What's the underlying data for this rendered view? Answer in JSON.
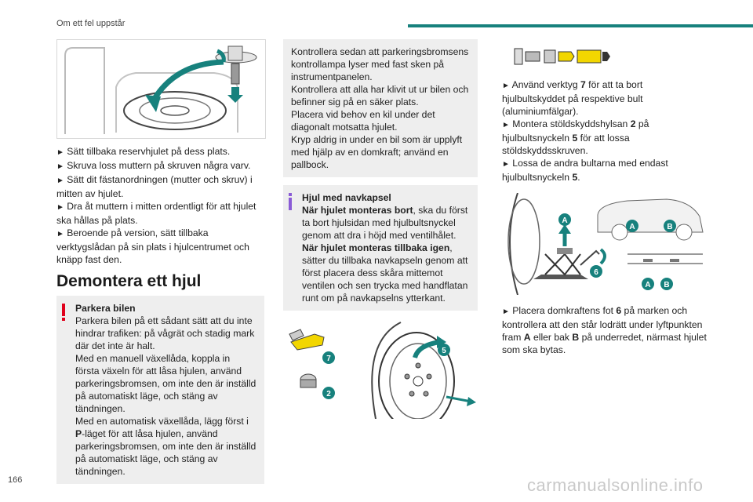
{
  "header": {
    "section": "Om ett fel uppstår"
  },
  "page_number": "166",
  "watermark": "carmanualsonline.info",
  "col1": {
    "steps": [
      "Sätt tillbaka reservhjulet på dess plats.",
      "Skruva loss muttern på skruven några varv.",
      "Sätt dit fästanordningen (mutter och skruv) i mitten av hjulet.",
      "Dra åt muttern i mitten ordentligt för att hjulet ska hållas på plats.",
      "Beroende på version, sätt tillbaka verktygslådan på sin plats i hjulcentrumet och knäpp fast den."
    ],
    "heading": "Demontera ett hjul",
    "warning": {
      "title": "Parkera bilen",
      "lines": [
        "Parkera bilen på ett sådant sätt att du inte hindrar trafiken: på vågrät och stadig mark där det inte är halt.",
        "Med en manuell växellåda, koppla in första växeln för att låsa hjulen, använd parkeringsbromsen, om inte den är inställd på automatiskt läge, och stäng av tändningen.",
        "Med en automatisk växellåda, lägg först i ",
        "P",
        "-läget för att låsa hjulen, använd parkeringsbromsen, om inte den är inställd på automatiskt läge, och stäng av tändningen."
      ]
    }
  },
  "col2": {
    "box_lines": [
      "Kontrollera sedan att parkeringsbromsens kontrollampa lyser med fast sken på instrumentpanelen.",
      "Kontrollera att alla har klivit ut ur bilen och befinner sig på en säker plats.",
      "Placera vid behov en kil under det diagonalt motsatta hjulet.",
      "Kryp aldrig in under en bil som är upplyft med hjälp av en domkraft; använd en pallbock."
    ],
    "info": {
      "title": "Hjul med navkapsel",
      "p1_bold": "När hjulet monteras bort",
      "p1_rest": ", ska du först ta bort hjulsidan med hjulbultsnyckel genom att dra i höjd med ventilhålet.",
      "p2_bold": "När hjulet monteras tillbaka igen",
      "p2_rest": ", sätter du tillbaka navkapseln genom att först placera dess skåra mittemot ventilen och sen trycka med handflatan runt om på navkapselns ytterkant."
    },
    "fig_labels": {
      "tool7": "7",
      "socket2": "2",
      "wrench5": "5"
    }
  },
  "col3": {
    "step1_a": "Använd verktyg ",
    "step1_b": "7",
    "step1_c": " för att ta bort hjulbultskyddet på respektive bult (aluminiumfälgar).",
    "step2_a": "Montera stöldskyddshylsan ",
    "step2_b": "2",
    "step2_c": " på hjulbultsnyckeln ",
    "step2_d": "5",
    "step2_e": " för att lossa stöldskyddsskruven.",
    "step3_a": "Lossa de andra bultarna med endast hjulbultsnyckeln ",
    "step3_b": "5",
    "step3_c": ".",
    "fig_labels": {
      "a": "A",
      "b": "B",
      "jack": "6"
    },
    "step4_a": "Placera domkraftens fot ",
    "step4_b": "6",
    "step4_c": " på marken och kontrollera att den står lodrätt under lyftpunkten fram ",
    "step4_d": "A",
    "step4_e": " eller bak ",
    "step4_f": "B",
    "step4_g": " på underredet, närmast hjulet som ska bytas."
  },
  "colors": {
    "accent": "#17817d",
    "warning": "#e0001b",
    "info": "#8a5bd6",
    "box_bg": "#eeeeee"
  }
}
